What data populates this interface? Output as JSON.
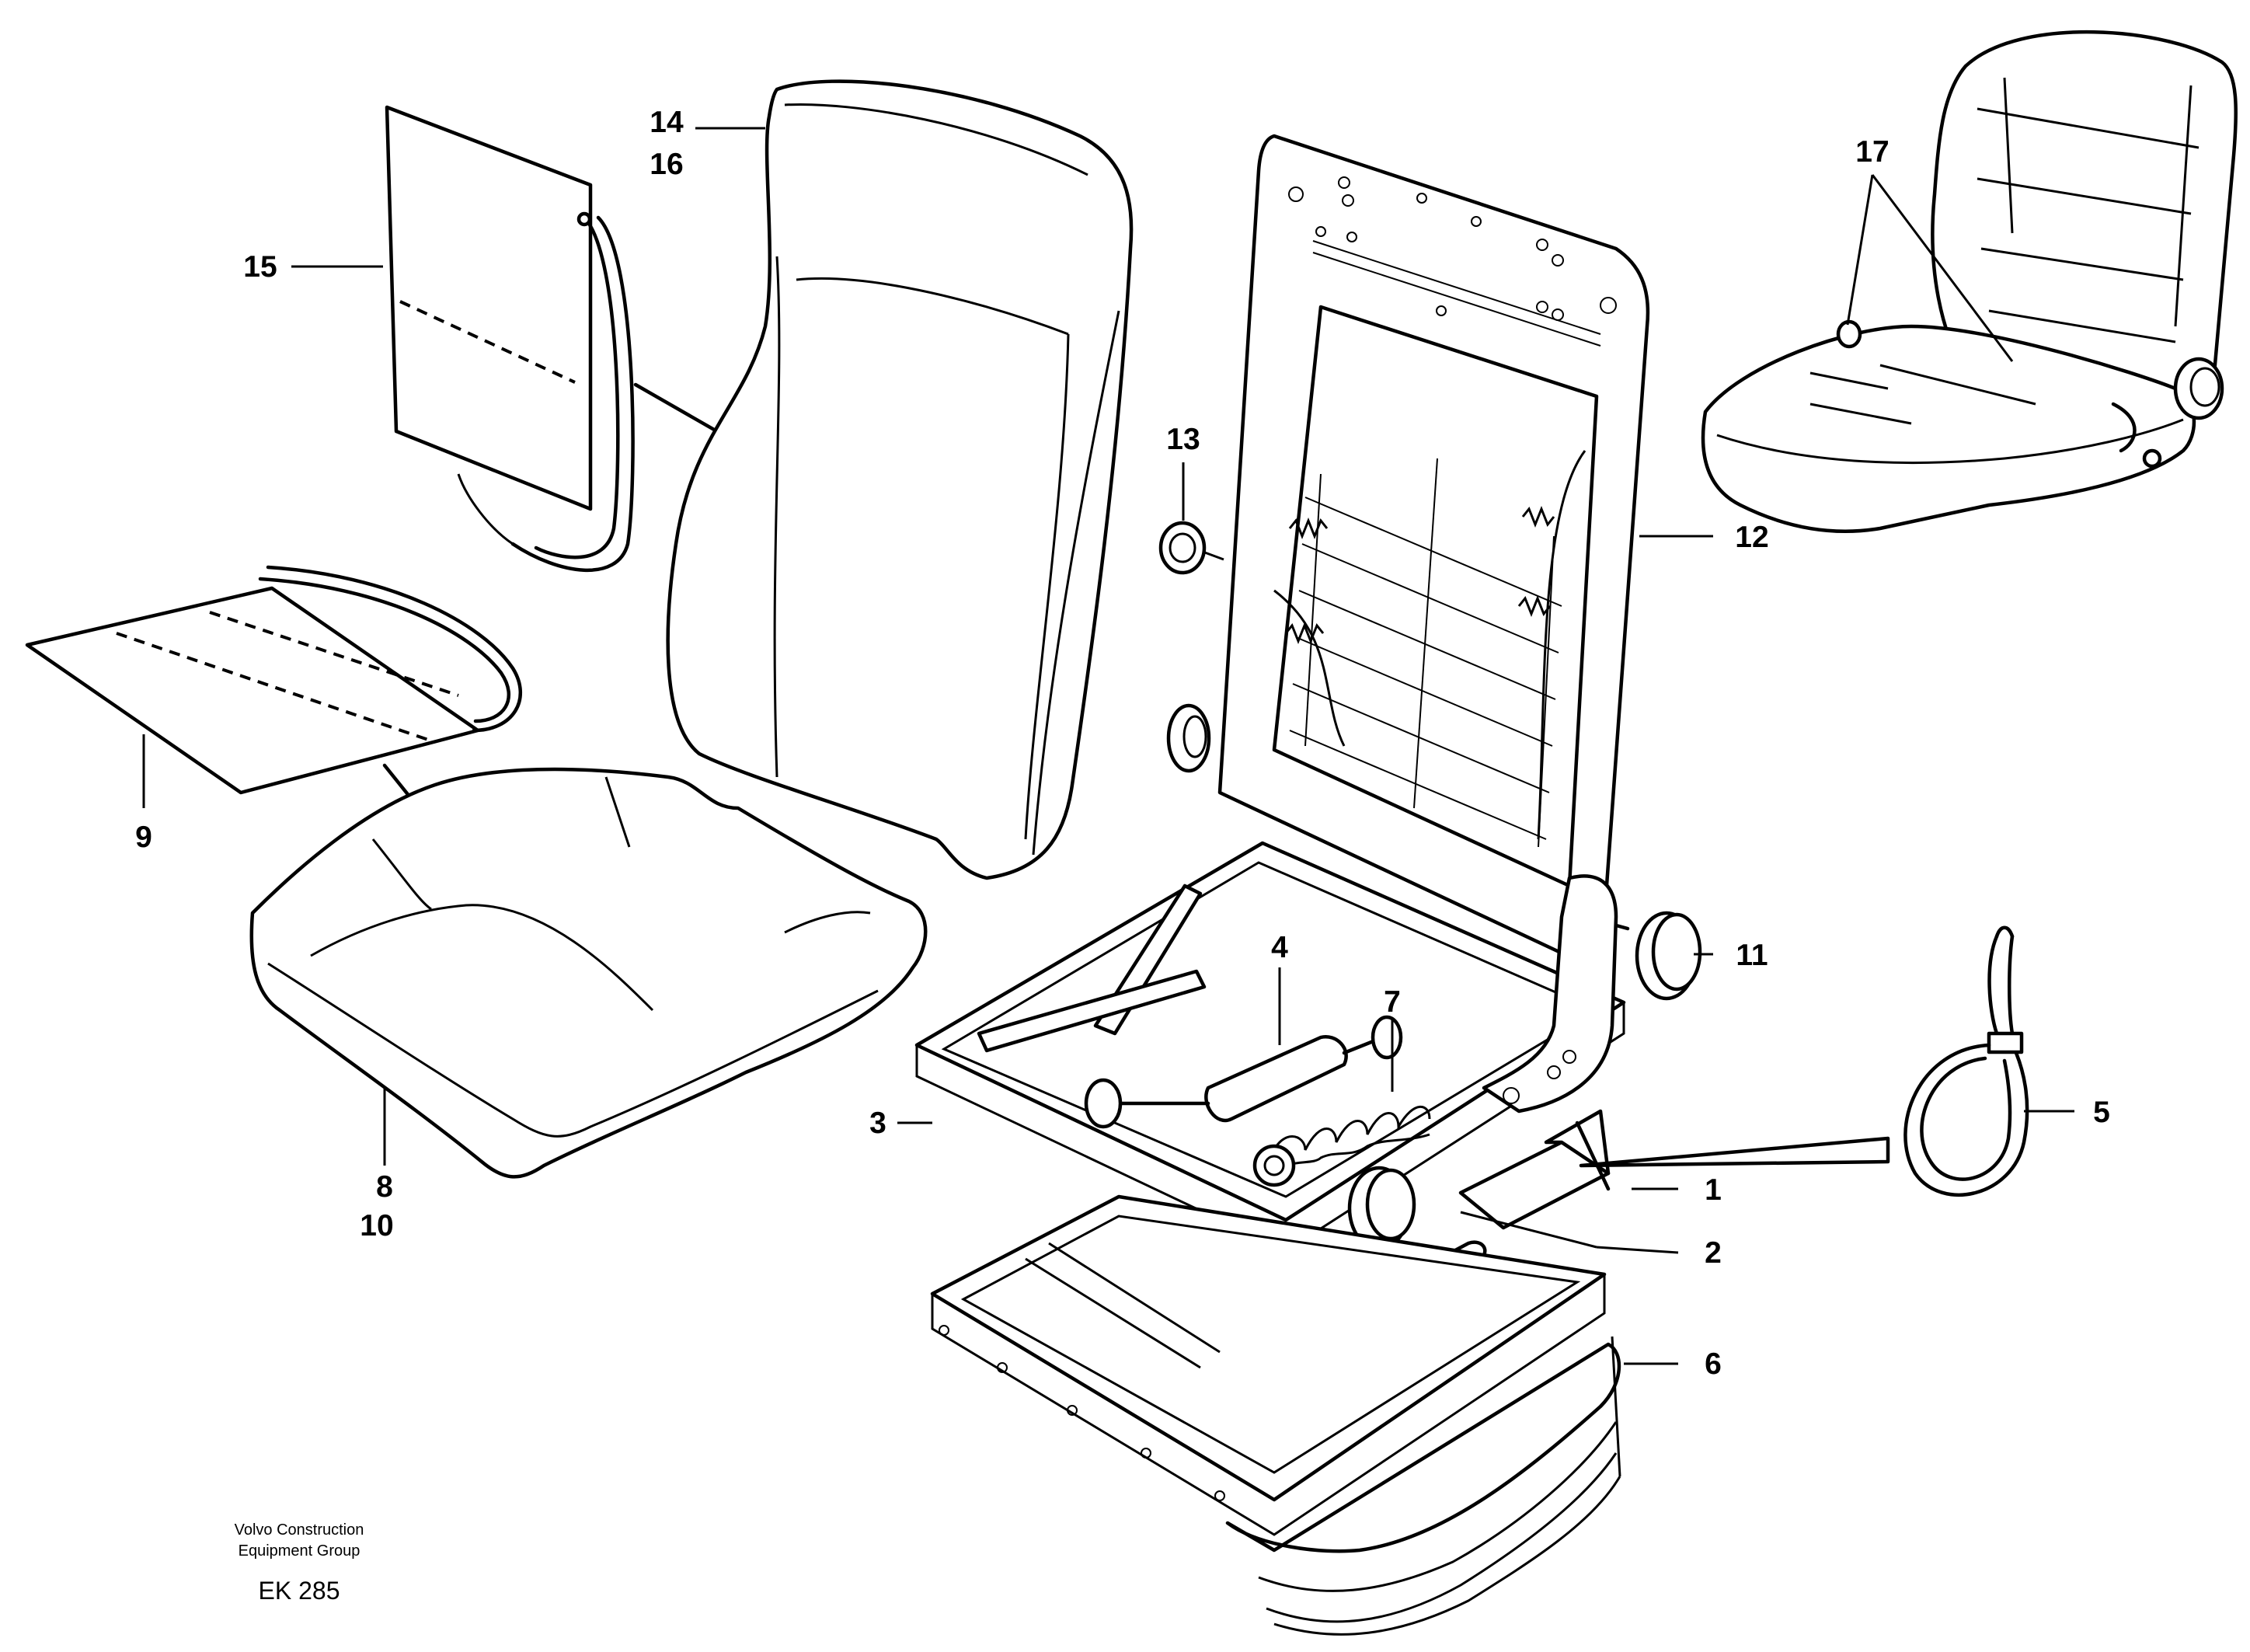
{
  "callouts": {
    "c1": "1",
    "c2": "2",
    "c3": "3",
    "c4": "4",
    "c5": "5",
    "c6": "6",
    "c7": "7",
    "c8": "8",
    "c9": "9",
    "c10": "10",
    "c11": "11",
    "c12": "12",
    "c13": "13",
    "c14": "14",
    "c15": "15",
    "c16": "16",
    "c17": "17"
  },
  "footer": {
    "company_line1": "Volvo Construction",
    "company_line2": "Equipment Group",
    "drawing_id": "EK 285"
  }
}
